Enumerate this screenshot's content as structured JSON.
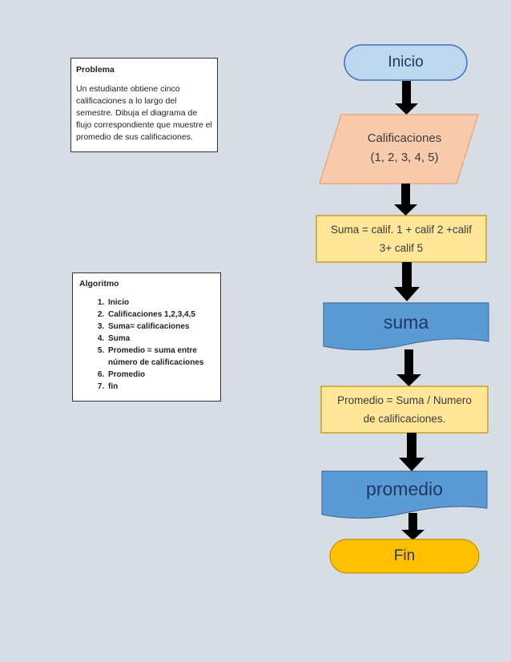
{
  "problem": {
    "title": "Problema",
    "body": "Un estudiante obtiene cinco calificaciones a lo largo del semestre. Dibuja el diagrama de flujo correspondiente que muestre el promedio de sus calificaciones."
  },
  "algorithm": {
    "title": "Algoritmo",
    "steps": [
      "Inicio",
      "Calificaciones 1,2,3,4,5",
      "Suma= calificaciones",
      "Suma",
      "Promedio = suma entre número de calificaciones",
      "Promedio",
      "fin"
    ]
  },
  "flowchart": {
    "start": "Inicio",
    "input_line1": "Calificaciones",
    "input_line2": "(1, 2, 3, 4, 5)",
    "sum_process_line1": "Suma = calif. 1 + calif 2 +calif",
    "sum_process_line2": "3+ calif 5",
    "sum_output": "suma",
    "avg_process_line1": "Promedio = Suma / Numero",
    "avg_process_line2": "de calificaciones.",
    "avg_output": "promedio",
    "end": "Fin"
  },
  "colors": {
    "start_fill": "#bdd7ee",
    "input_fill": "#f8cbad",
    "process_fill": "#ffe699",
    "output_fill": "#5b9bd5",
    "end_fill": "#ffc000",
    "arrow": "#000000"
  }
}
